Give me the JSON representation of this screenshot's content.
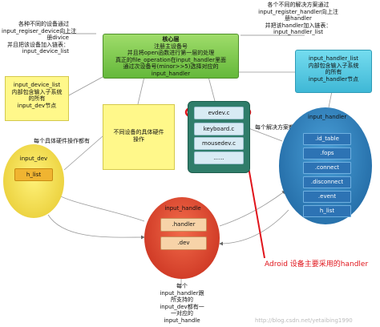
{
  "core": {
    "title": "核心层",
    "lines": [
      "注册主设备号",
      "并且将open函数进行第一层的处理",
      "真正的file_operation在input_handler里面",
      "通过次设备号(minor>>5)选择对应的",
      "input_handler"
    ]
  },
  "top_right_note": {
    "lines": [
      "各个不同的解决方案通过",
      "input_register_handler向上注",
      "册handler",
      "并把该handler加入链表：",
      "input_handler_list"
    ]
  },
  "top_left_note": {
    "lines": [
      "各种不同的设备通过",
      "input_regiser_device向上注",
      "册divice",
      "并且把该设备加入链表：",
      "input_device_list"
    ]
  },
  "device_list_box": {
    "lines": [
      "input_device_list",
      "内部包含输入子系统",
      "的所有",
      "input_dev节点"
    ]
  },
  "handler_list_box": {
    "lines": [
      "input_handler_list",
      "内部包含输入子系统",
      "的所有",
      "input_handler节点"
    ]
  },
  "hw_box": {
    "lines": [
      "不同设备的具体硬件",
      "操作"
    ]
  },
  "hw_note": "每个具体硬件操作都有",
  "devices": [
    "evdev.c",
    "keyboard.c",
    "mousedev.c",
    "......"
  ],
  "solutions_note": "每个解决方案都会有",
  "input_handler": {
    "title": "input_handler",
    "items": [
      ".id_table",
      ".fops",
      ".connect",
      ".disconnect",
      ".event",
      "h_list"
    ]
  },
  "input_dev": {
    "title": "input_dev",
    "items": [
      "h_list"
    ]
  },
  "input_handle": {
    "title": "input_handle",
    "items": [
      ".handler",
      ".dev"
    ]
  },
  "bottom_note": {
    "lines": [
      "每个",
      "input_handler跟",
      "所支持的",
      "input_dev都有一",
      "一对应的",
      "input_handle"
    ]
  },
  "highlight_note": "Adroid 设备主要采用的handler",
  "watermark": "http://blog.csdn.net/yetaibing1990",
  "colors": {
    "arrow": "#e0141b",
    "connector": "#777777",
    "highlight": "#e0141b"
  }
}
